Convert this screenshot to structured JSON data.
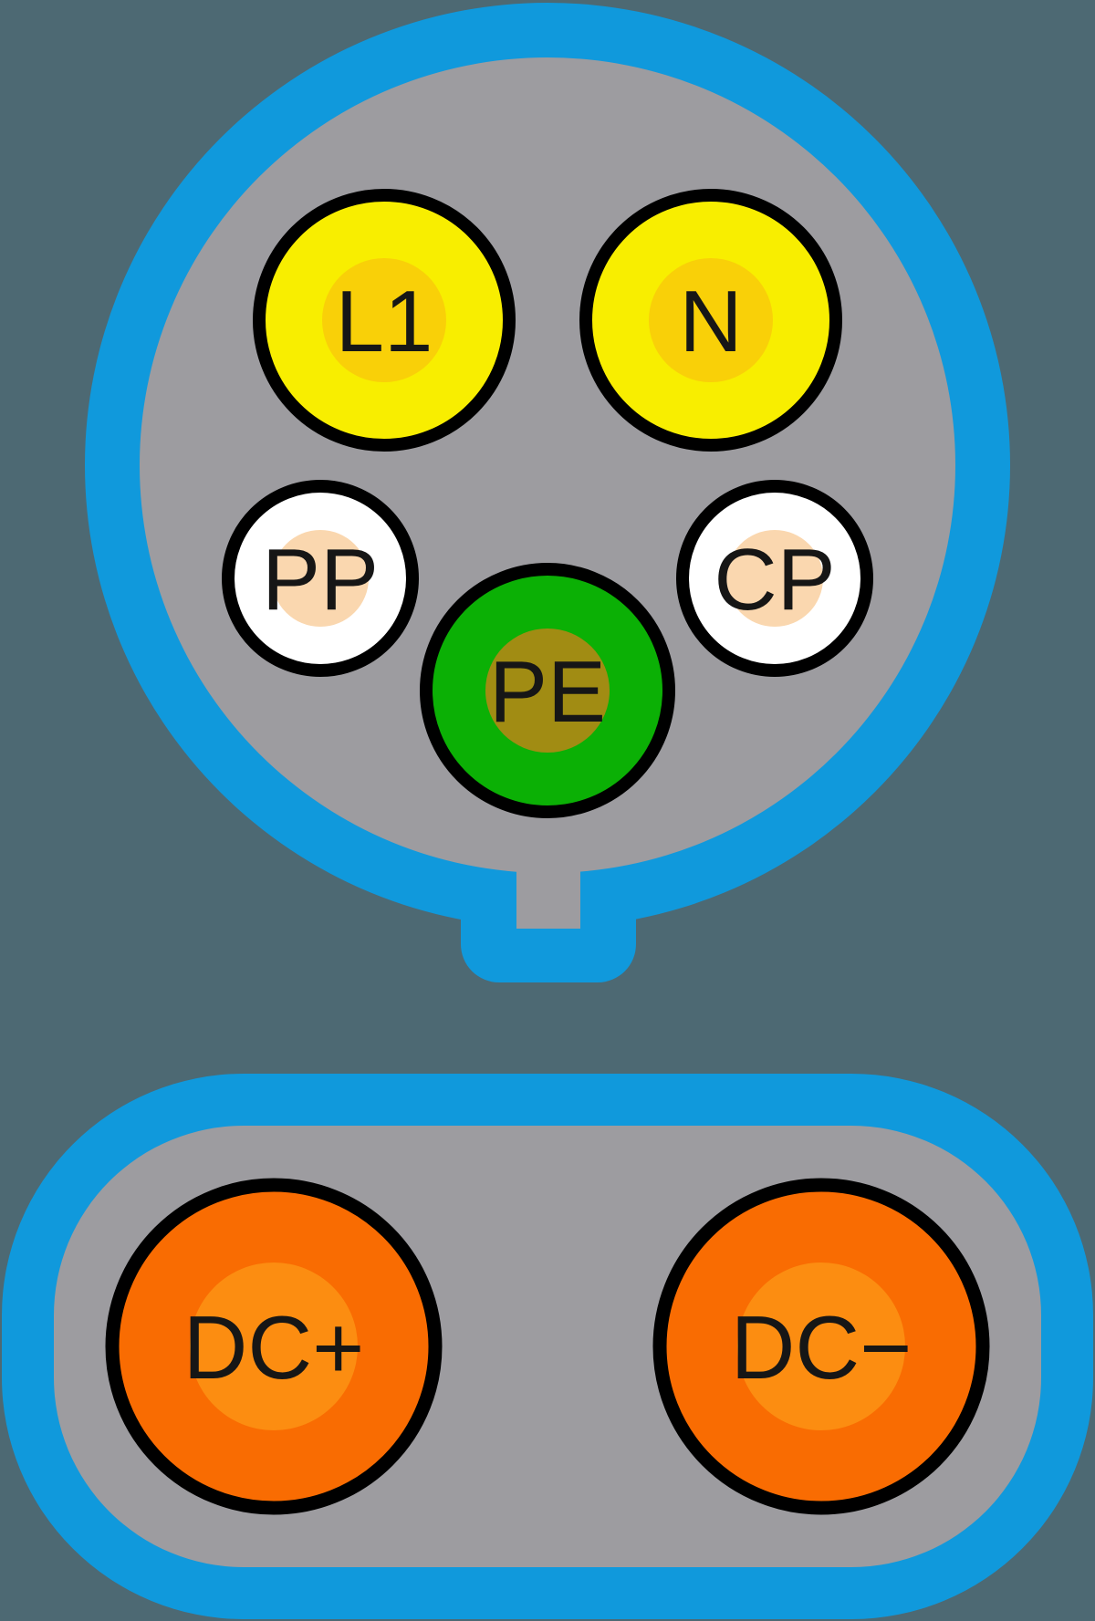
{
  "background_color": "#4D6973",
  "housing": {
    "outline_color": "#1099DC",
    "body_color": "#9D9CA0",
    "pin_outline_color": "#000000",
    "label_color": "#161616"
  },
  "ac_connector": {
    "pins": [
      {
        "id": "L1",
        "label": "L1",
        "fill": "#F8EE00",
        "core_fill": "#F9D008"
      },
      {
        "id": "N",
        "label": "N",
        "fill": "#F8EE00",
        "core_fill": "#F9D008"
      },
      {
        "id": "PP",
        "label": "PP",
        "fill": "#FFFFFF",
        "core_fill": "#FAD7AF"
      },
      {
        "id": "CP",
        "label": "CP",
        "fill": "#FFFFFF",
        "core_fill": "#FAD7AF"
      },
      {
        "id": "PE",
        "label": "PE",
        "fill": "#0BB005",
        "core_fill": "#A18C13"
      }
    ]
  },
  "dc_connector": {
    "pins": [
      {
        "id": "DC+",
        "label": "DC+",
        "fill": "#F96C02",
        "core_fill": "#FC8D11"
      },
      {
        "id": "DC-minus",
        "label": "DC−",
        "fill": "#F96C02",
        "core_fill": "#FC8D11"
      }
    ]
  }
}
